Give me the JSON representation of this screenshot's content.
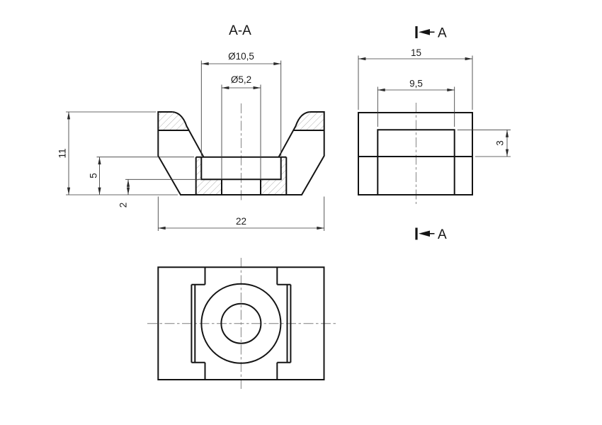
{
  "drawing": {
    "kind": "technical-drawing-3-views",
    "section": {
      "title": "A-A",
      "dims": {
        "slot_top_width": "Ø10,5",
        "hole_diameter": "Ø5,2",
        "total_height": "11",
        "channel_height": "5",
        "base_height": "2",
        "total_width": "22"
      }
    },
    "side": {
      "cut_label_top": "A",
      "cut_label_bottom": "A",
      "dims": {
        "depth": "15",
        "channel_depth": "9,5",
        "step_height": "3"
      }
    },
    "plan": {},
    "colors": {
      "background": "#ffffff",
      "object_line": "#141414",
      "thin_line": "#3a3a3a",
      "center_line": "#8e8e8e",
      "hatch_line": "#a6a6a6"
    }
  }
}
